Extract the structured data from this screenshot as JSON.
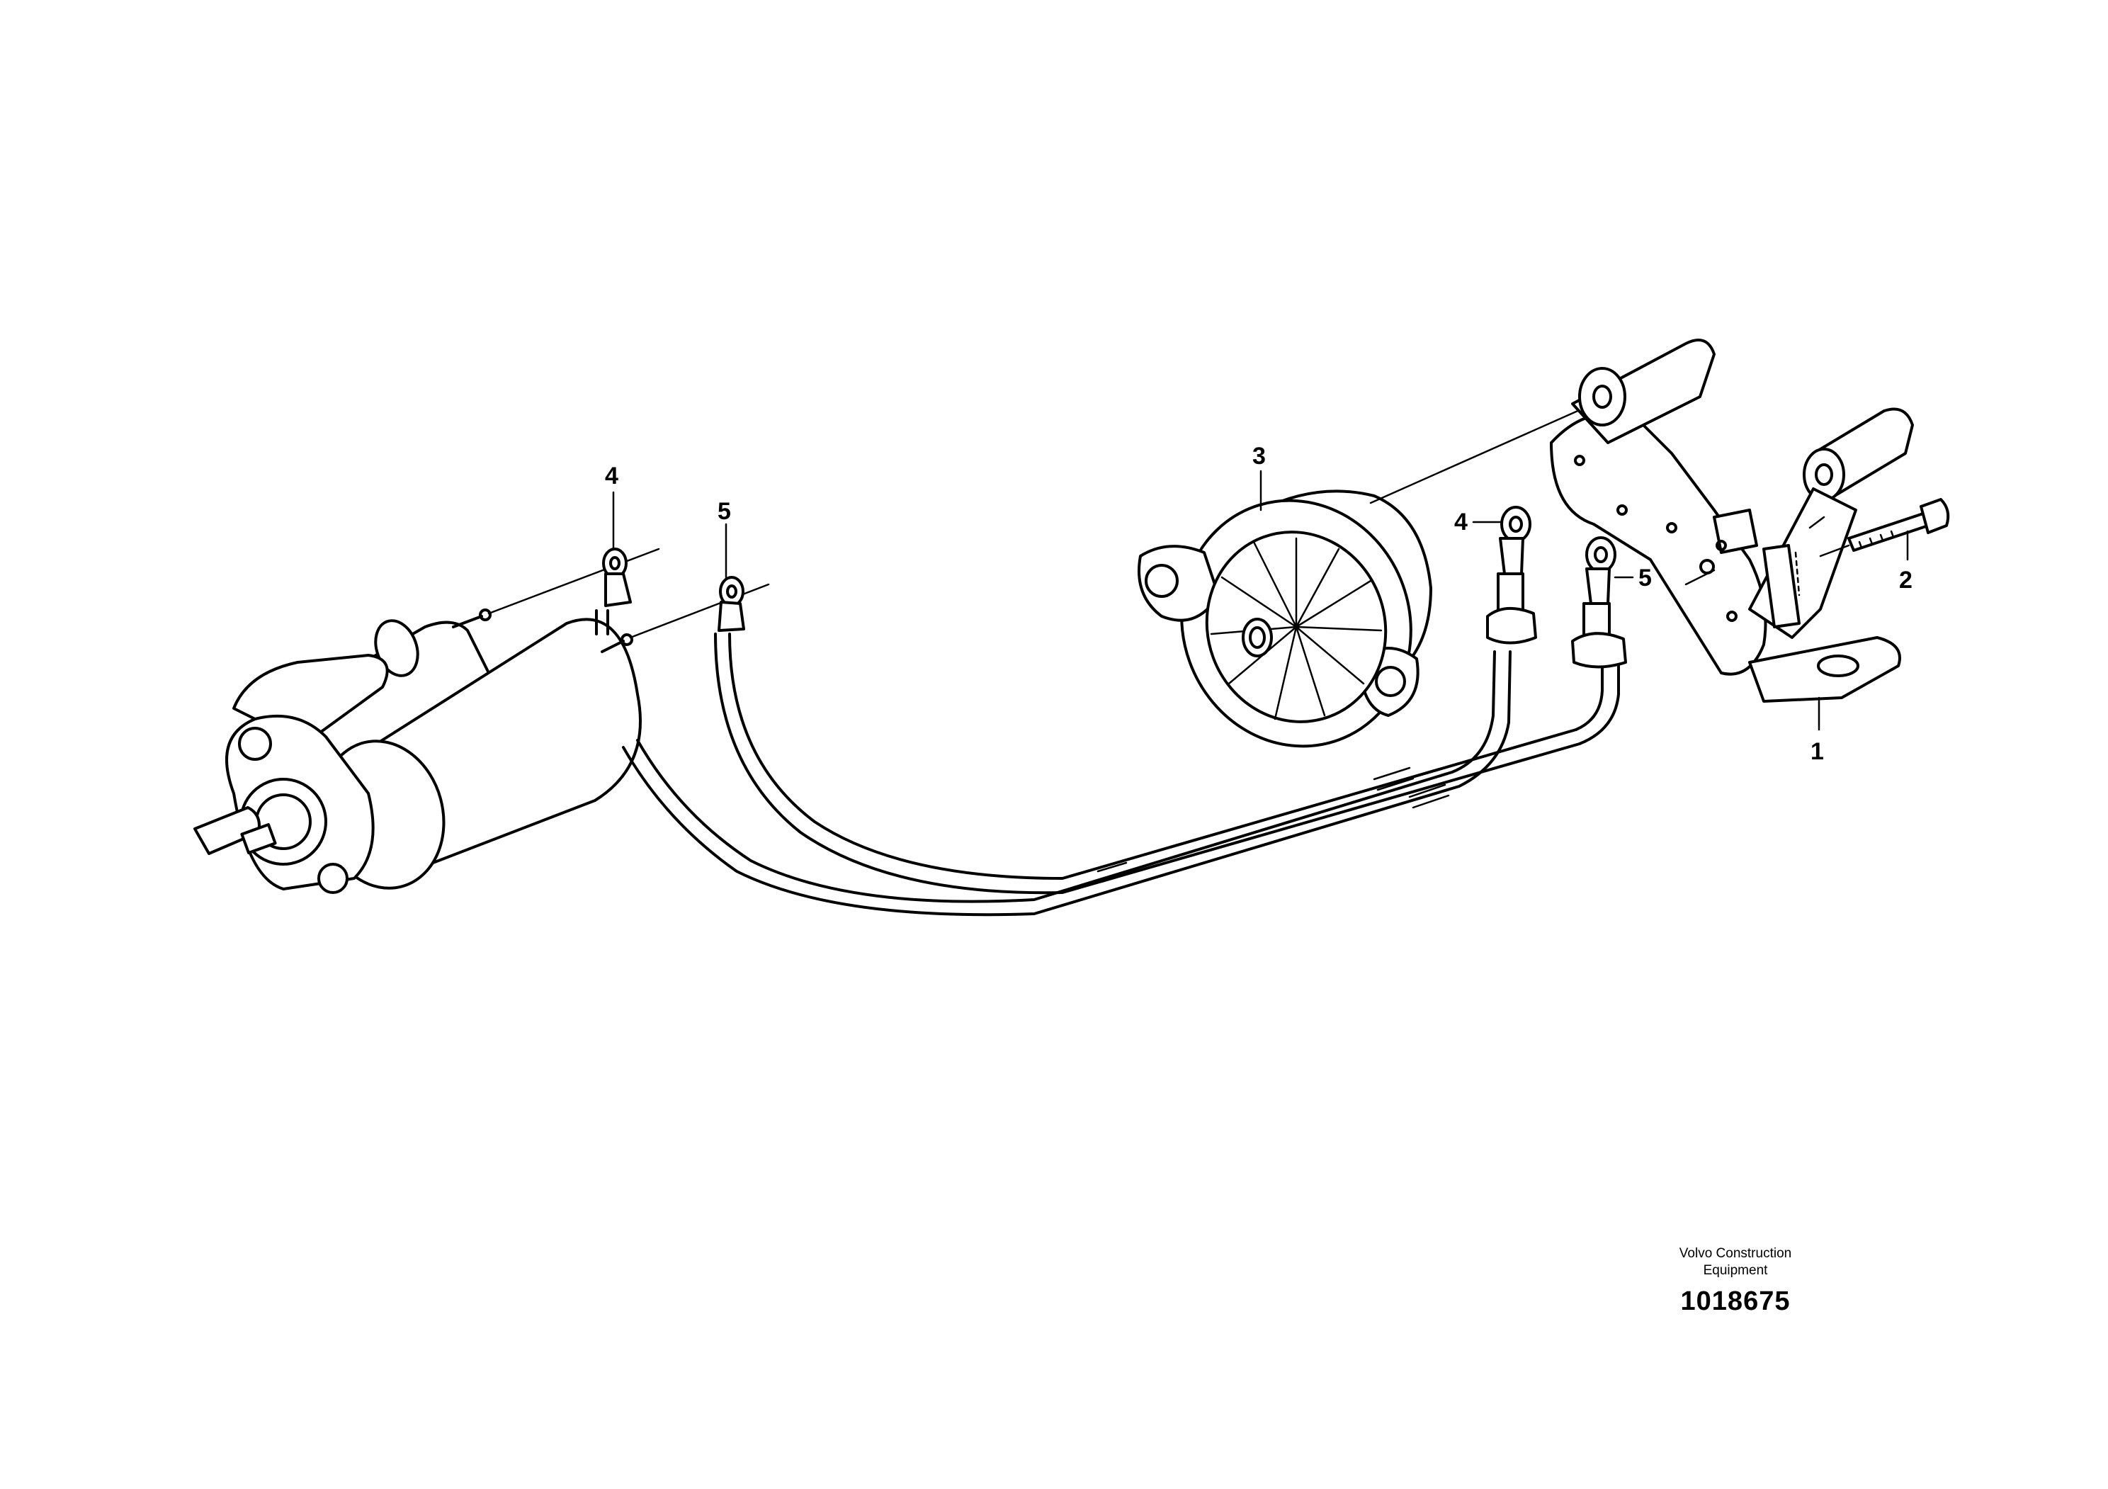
{
  "callouts": {
    "bracket": "1",
    "bolt": "2",
    "alternator": "3",
    "cable_starter": "4",
    "cable_alternator_4": "4",
    "cable_starter_5": "5",
    "cable_alternator_5": "5"
  },
  "footer": {
    "company_line1": "Volvo Construction",
    "company_line2": "Equipment",
    "drawing_number": "1018675"
  }
}
